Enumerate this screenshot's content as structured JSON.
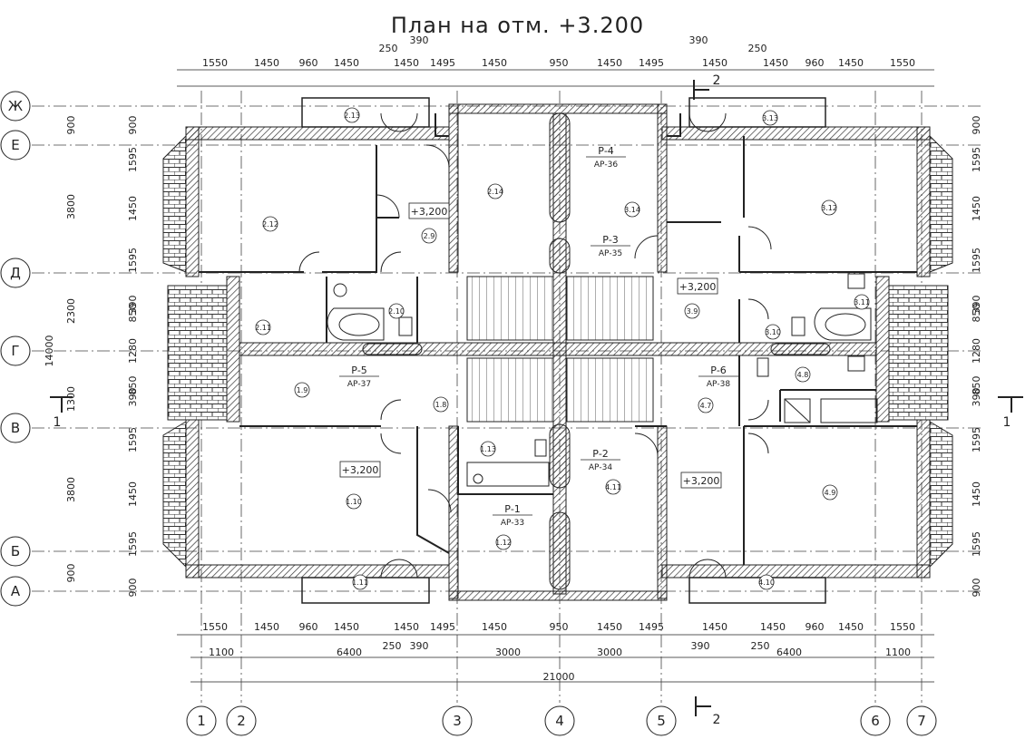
{
  "title": "План на отм. +3.200",
  "axes_vertical": [
    "1",
    "2",
    "3",
    "4",
    "5",
    "6",
    "7"
  ],
  "axes_horizontal": [
    "Ж",
    "Е",
    "Д",
    "Г",
    "В",
    "Б",
    "А"
  ],
  "top_dims": [
    "1550",
    "1450",
    "960",
    "1450",
    "250",
    "1450",
    "390",
    "1495",
    "1450",
    "950",
    "1450",
    "1495",
    "390",
    "1450",
    "250",
    "1450",
    "960",
    "1450",
    "1550"
  ],
  "bottom_dims_row1": [
    "1550",
    "1450",
    "960",
    "1450",
    "1450",
    "1495",
    "1450",
    "950",
    "1450",
    "1495",
    "1450",
    "1450",
    "960",
    "1450",
    "1550"
  ],
  "bottom_dims_row1_extra": [
    "250",
    "390",
    "390",
    "250"
  ],
  "bottom_dims_row2": [
    "1100",
    "6400",
    "3000",
    "3000",
    "6400",
    "1100"
  ],
  "total_dim": "21000",
  "left_dims_outer": [
    "900",
    "3800",
    "2300",
    "1300",
    "3800",
    "900"
  ],
  "left_total": "14000",
  "side_dims_inner": [
    "900",
    "1595",
    "1450",
    "1595",
    "390",
    "850",
    "1280",
    "850",
    "390",
    "1595",
    "1450",
    "1595",
    "900"
  ],
  "rooms": [
    {
      "id": "2.13"
    },
    {
      "id": "2.12"
    },
    {
      "id": "2.9"
    },
    {
      "id": "2.14"
    },
    {
      "id": "2.10"
    },
    {
      "id": "2.11"
    },
    {
      "id": "1.9"
    },
    {
      "id": "1.8"
    },
    {
      "id": "1.10"
    },
    {
      "id": "1.11"
    },
    {
      "id": "1.12"
    },
    {
      "id": "1.13"
    },
    {
      "id": "3.13"
    },
    {
      "id": "3.14"
    },
    {
      "id": "3.12"
    },
    {
      "id": "3.9"
    },
    {
      "id": "3.11"
    },
    {
      "id": "3.10"
    },
    {
      "id": "4.7"
    },
    {
      "id": "4.8"
    },
    {
      "id": "4.9"
    },
    {
      "id": "4.10"
    },
    {
      "id": "4.11"
    }
  ],
  "elevation_mark": "+3,200",
  "partitions": [
    {
      "code": "Р-1",
      "ref": "АР-33"
    },
    {
      "code": "Р-2",
      "ref": "АР-34"
    },
    {
      "code": "Р-3",
      "ref": "АР-35"
    },
    {
      "code": "Р-4",
      "ref": "АР-36"
    },
    {
      "code": "Р-5",
      "ref": "АР-37"
    },
    {
      "code": "Р-6",
      "ref": "АР-38"
    }
  ],
  "section_marks": {
    "top": "2",
    "bottom": "2",
    "left": "1",
    "right": "1"
  }
}
